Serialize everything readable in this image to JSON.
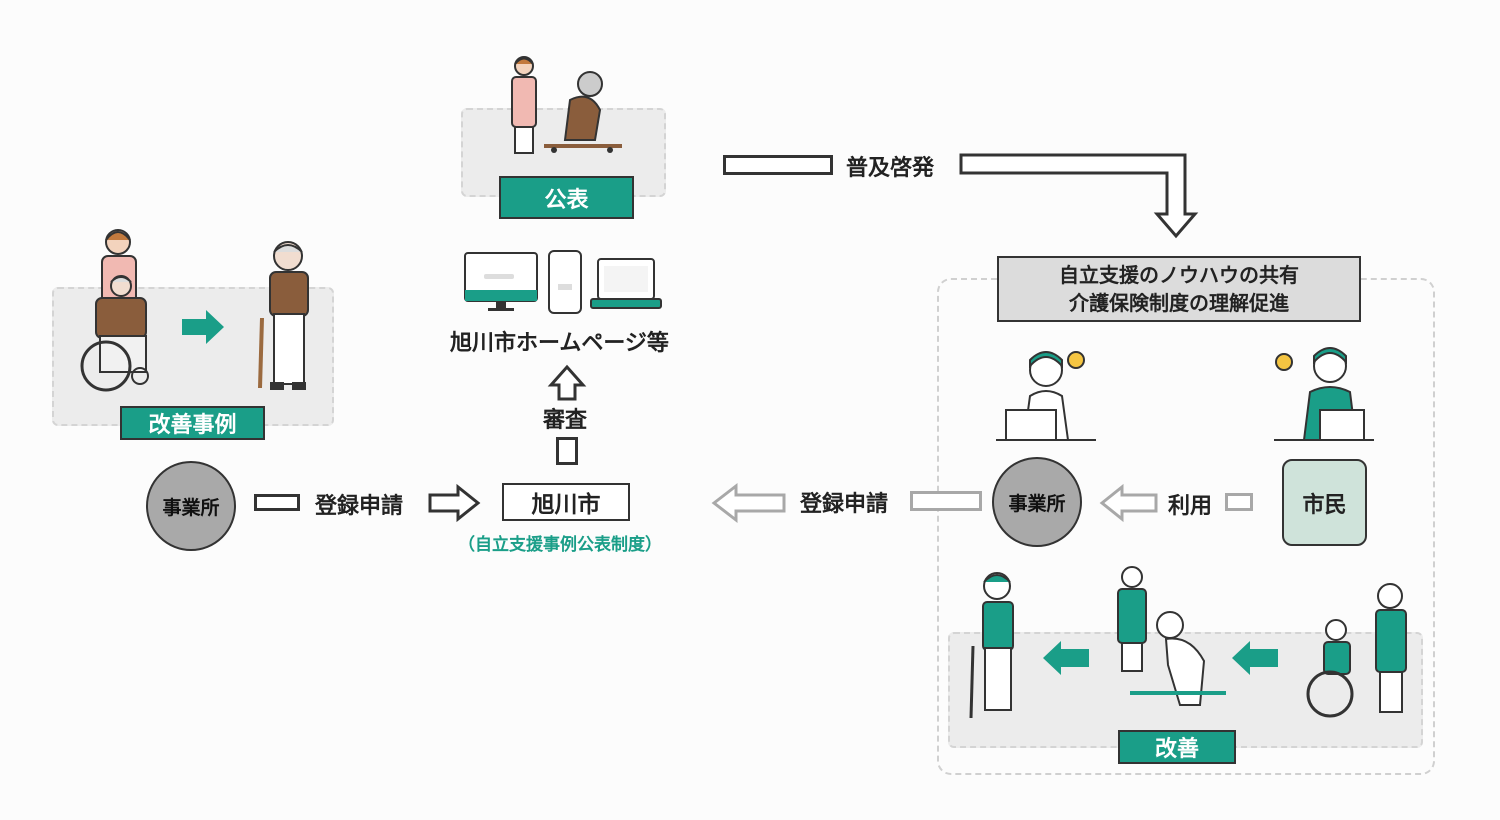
{
  "left": {
    "case_tag": "改善事例",
    "office": "事業所",
    "apply_label": "登録申請"
  },
  "center": {
    "city": "旭川市",
    "system_note": "（自立支援事例公表制度）",
    "review": "審査",
    "homepage": "旭川市ホームページ等",
    "publish_tag": "公表"
  },
  "top": {
    "spread_label": "普及啓発"
  },
  "right": {
    "share_line1": "自立支援のノウハウの共有",
    "share_line2": "介護保険制度の理解促進",
    "office": "事業所",
    "citizen": "市民",
    "use_label": "利用",
    "apply_label": "登録申請",
    "improve_tag": "改善"
  },
  "colors": {
    "accent": "#1a9e88",
    "light_accent": "#cfe3da",
    "gray_box": "#dcdcdc",
    "circle_gray": "#a9a9a9"
  }
}
